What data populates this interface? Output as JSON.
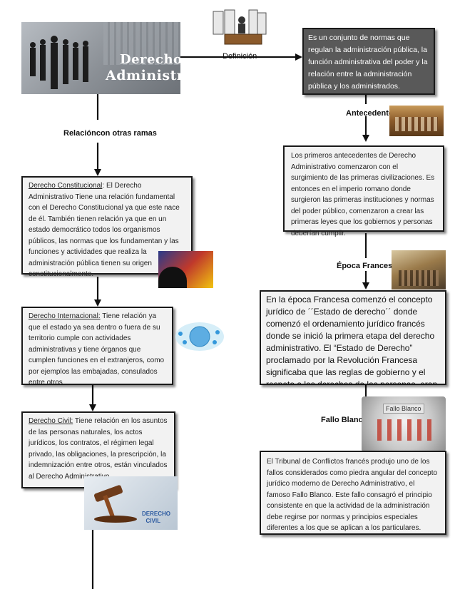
{
  "header": {
    "title_line1": "Derecho",
    "title_line2": "Administrativo"
  },
  "labels": {
    "definicion": "Definición",
    "relacion": "Relacióncon otras ramas",
    "antecedentes": "Antecedentes",
    "epoca": "Época Francesa",
    "fallo": "Fallo Blanco"
  },
  "definition_box": {
    "text": "Es un conjunto de normas que regulan la administración pública, la función administrativa del poder y la relación entre la administración pública y los administrados."
  },
  "antecedentes_box": {
    "text": "Los primeros antecedentes de Derecho Administrativo comenzaron con el surgimiento de las primeras civilizaciones. Es entonces en el imperio romano donde surgieron las primeras instituciones y normas del poder público, comenzaron a crear las primeras leyes que los gobiernos y personas deberían cumplir."
  },
  "epoca_box": {
    "text": "En la época Francesa comenzó el concepto jurídico de ´´Estado de derecho´´ donde comenzó el ordenamiento jurídico francés donde se inició la primera etapa del derecho administrativo. El “Estado de Derecho” proclamado por la Revolución Francesa significaba que las reglas de gobierno y el respeto a los derechos de las personas, eran"
  },
  "fallo_box": {
    "text": "El Tribunal de Conflictos francés produjo uno de los fallos considerados como piedra angular del concepto jurídico moderno de Derecho Administrativo, el famoso Fallo Blanco. Este fallo consagró el principio consistente en que la actividad de la administración debe regirse por normas y principios especiales diferentes a los que se aplican a los particulares."
  },
  "constitucional_box": {
    "heading": "Derecho Constitucional",
    "text": ": El Derecho Administrativo Tiene una relación fundamental con el Derecho Constitucional ya que este nace de él. También tienen relación ya que en un estado democrático todos los organismos públicos, las normas que los fundamentan y las funciones y actividades que realiza la administración pública tienen su origen constitucionalmente."
  },
  "internacional_box": {
    "heading": "Derecho Internacional:",
    "text": " Tiene relación ya que el estado ya sea dentro o fuera de su territorio cumple con actividades administrativas y tiene órganos que cumplen funciones en el extranjeros, como por ejemplos las embajadas, consulados entre otros"
  },
  "civil_box": {
    "heading": "Derecho Civil:",
    "text": " Tiene relación en los asuntos de las personas naturales, los actos jurídicos, los contratos, el régimen legal privado, las obligaciones, la prescripción, la indemnización entre otros, están vinculados al Derecho Administrativo."
  },
  "images": {
    "fallo_sign": "Fallo Blanco",
    "civil_caption_line1": "DERECHO",
    "civil_caption_line2": "CIVIL"
  },
  "colors": {
    "box_bg": "#f2f2f2",
    "dark_box_bg": "#595959",
    "border": "#1a1a1a",
    "header_bg": "#8a8f95"
  }
}
